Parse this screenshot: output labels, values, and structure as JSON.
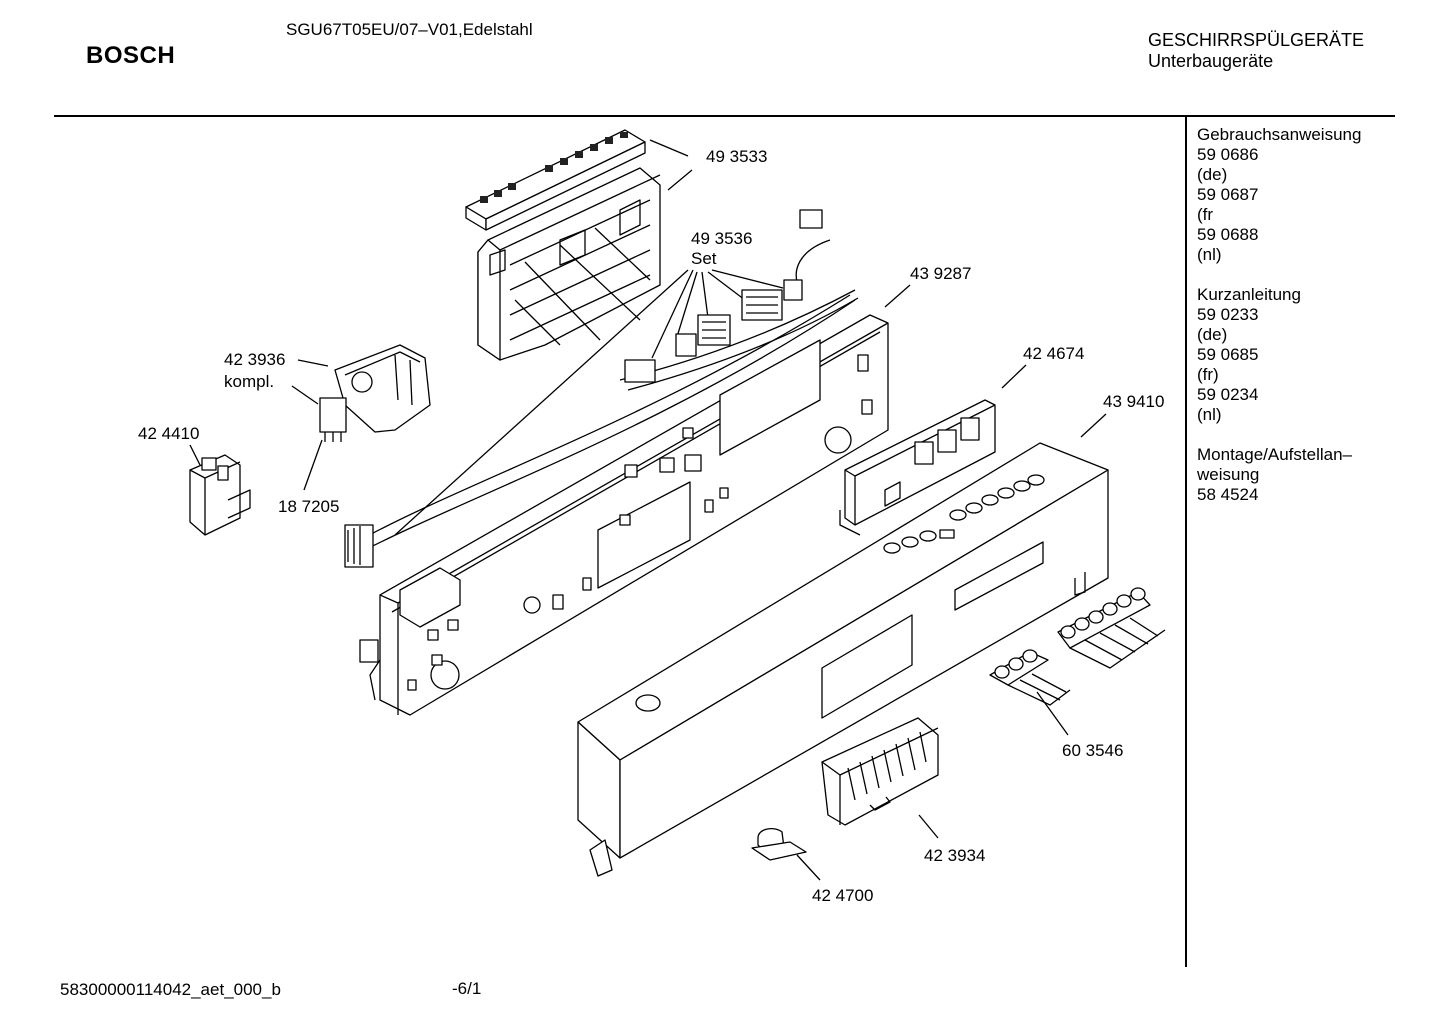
{
  "header": {
    "brand": "BOSCH",
    "model": "SGU67T05EU/07–V01,Edelstahl",
    "category_line1": "GESCHIRRSPÜLGERÄTE",
    "category_line2": "Unterbaugeräte"
  },
  "documents": [
    {
      "lines": [
        "Gebrauchsanweisung",
        "59 0686",
        "(de)",
        "59 0687",
        "(fr",
        "59 0688",
        "(nl)"
      ]
    },
    {
      "lines": [
        "Kurzanleitung",
        "59 0233",
        "(de)",
        "59 0685",
        "(fr)",
        "59 0234",
        "(nl)"
      ]
    },
    {
      "lines": [
        "Montage/Aufstellan–",
        "weisung",
        "58 4524"
      ]
    }
  ],
  "parts": {
    "p493533": "49 3533",
    "p493536": "49 3536",
    "p493536_suffix": "Set",
    "p439287": "43 9287",
    "p424674": "42 4674",
    "p439410": "43 9410",
    "p423936": "42 3936",
    "p423936_suffix": "kompl.",
    "p424410": "42 4410",
    "p187205": "18 7205",
    "p603546": "60 3546",
    "p423934": "42 3934",
    "p424700": "42 4700"
  },
  "footer": {
    "doc_id": "58300000114042_aet_000_b",
    "page": "-6/1"
  }
}
